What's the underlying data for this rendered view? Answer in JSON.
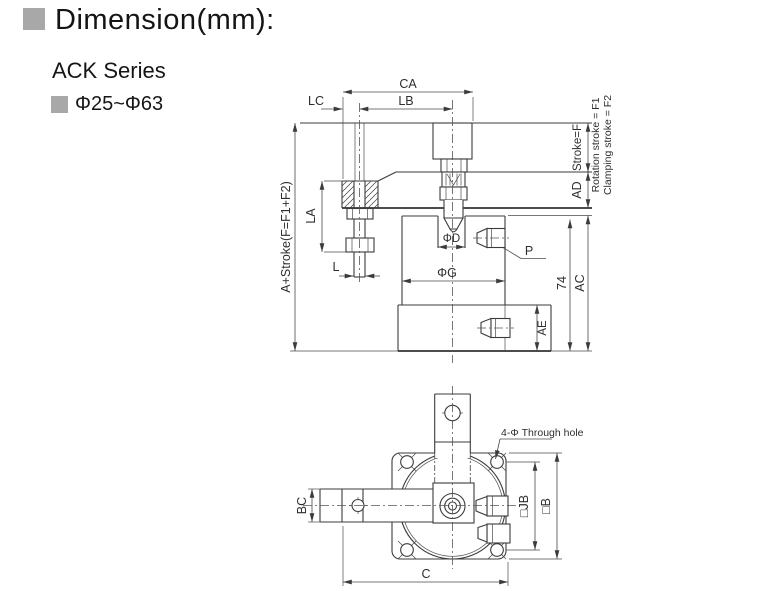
{
  "page": {
    "title": "Dimension(mm):",
    "series": "ACK Series",
    "bore_range": "Φ25~Φ63"
  },
  "colors": {
    "line": "#3b3b3b",
    "accent_gray": "#a8a8a8"
  },
  "side_view": {
    "labels": {
      "ca": "CA",
      "lc": "LC",
      "lb": "LB",
      "a_stroke": "A+Stroke(F=F1+F2)",
      "la": "LA",
      "l": "L",
      "phi_d": "ΦD",
      "phi_g": "ΦG",
      "p": "P",
      "stroke_f": "Stroke=F",
      "ad": "AD",
      "ac": "AC",
      "ae": "AE",
      "h74": "74",
      "rotation_note": "Rotation stroke = F1",
      "clamping_note": "Clamping stroke = F2"
    }
  },
  "top_view": {
    "labels": {
      "bc": "BC",
      "c": "C",
      "jb": "□JB",
      "b": "□B",
      "through_hole": "4-Φ Through hole"
    }
  }
}
